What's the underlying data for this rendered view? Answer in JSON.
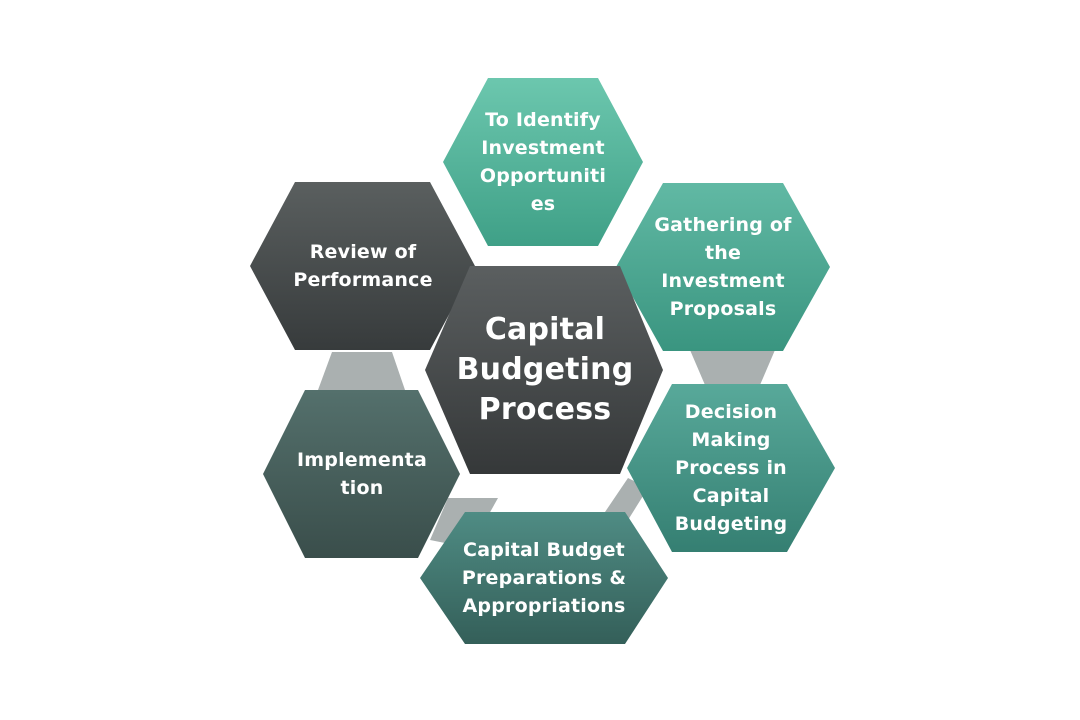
{
  "diagram": {
    "center": {
      "label": "Capital\nBudgeting\nProcess"
    },
    "steps": [
      {
        "label": "To Identify\nInvestment\nOpportuniti\nes",
        "color_top": "#6cc7ae",
        "color_bottom": "#3fa087"
      },
      {
        "label": "Gathering of\nthe\nInvestment\nProposals",
        "color_top": "#61b9a4",
        "color_bottom": "#3a9580"
      },
      {
        "label": "Decision\nMaking\nProcess in\nCapital\nBudgeting",
        "color_top": "#58a99a",
        "color_bottom": "#357f72"
      },
      {
        "label": "Capital Budget\nPreparations &\nAppropriations",
        "color_top": "#4f8c84",
        "color_bottom": "#345f59"
      },
      {
        "label": "Implementa\ntion",
        "color_top": "#54706c",
        "color_bottom": "#3a4e4b"
      },
      {
        "label": "Review of\nPerformance",
        "color_top": "#5a5f5f",
        "color_bottom": "#373b3c"
      }
    ],
    "center_colors": {
      "top": "#5b5f60",
      "bottom": "#353839"
    },
    "connector_color": "#aab0b0"
  }
}
